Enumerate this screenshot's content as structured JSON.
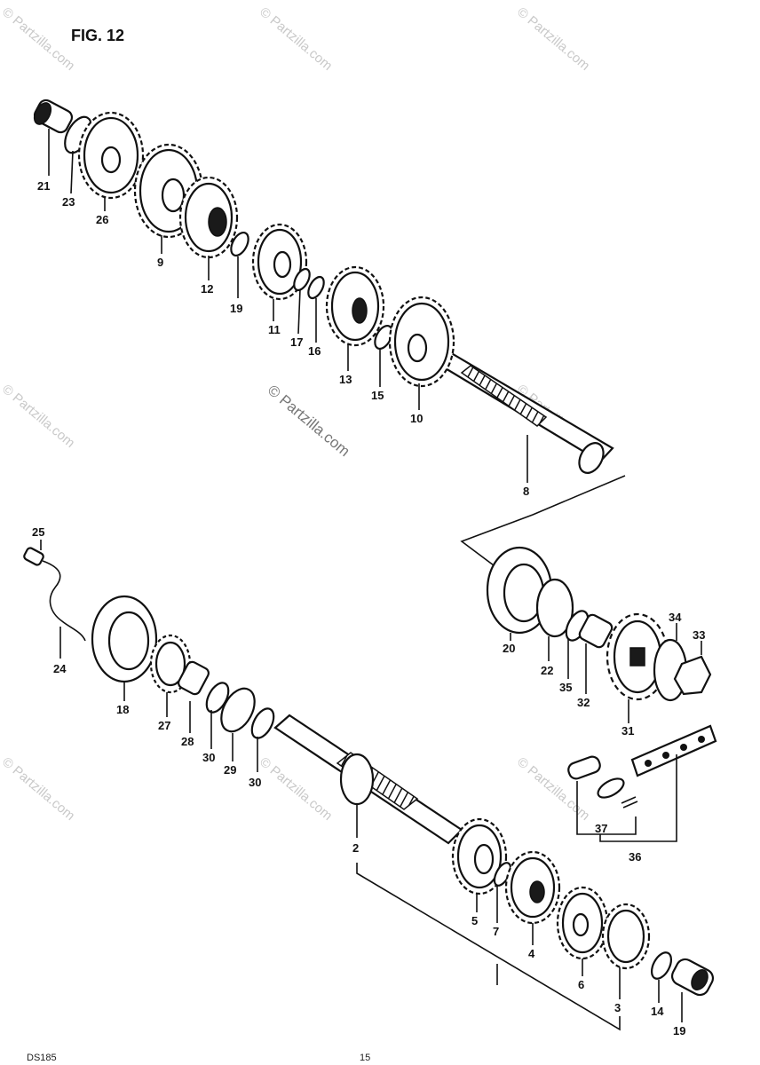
{
  "figure_title": "FIG. 12",
  "footer_left": "DS185",
  "footer_center": "15",
  "watermark": "© Partzilla.com",
  "parts": [
    {
      "id": "p21",
      "label": "21"
    },
    {
      "id": "p23",
      "label": "23"
    },
    {
      "id": "p26",
      "label": "26"
    },
    {
      "id": "p9",
      "label": "9"
    },
    {
      "id": "p12",
      "label": "12"
    },
    {
      "id": "p19a",
      "label": "19"
    },
    {
      "id": "p11",
      "label": "11"
    },
    {
      "id": "p17",
      "label": "17"
    },
    {
      "id": "p16",
      "label": "16"
    },
    {
      "id": "p13",
      "label": "13"
    },
    {
      "id": "p15",
      "label": "15"
    },
    {
      "id": "p10",
      "label": "10"
    },
    {
      "id": "p8",
      "label": "8"
    },
    {
      "id": "p25",
      "label": "25"
    },
    {
      "id": "p24",
      "label": "24"
    },
    {
      "id": "p18",
      "label": "18"
    },
    {
      "id": "p27",
      "label": "27"
    },
    {
      "id": "p28",
      "label": "28"
    },
    {
      "id": "p30a",
      "label": "30"
    },
    {
      "id": "p29",
      "label": "29"
    },
    {
      "id": "p30b",
      "label": "30"
    },
    {
      "id": "p20",
      "label": "20"
    },
    {
      "id": "p22",
      "label": "22"
    },
    {
      "id": "p35",
      "label": "35"
    },
    {
      "id": "p32",
      "label": "32"
    },
    {
      "id": "p31",
      "label": "31"
    },
    {
      "id": "p34",
      "label": "34"
    },
    {
      "id": "p33",
      "label": "33"
    },
    {
      "id": "p2",
      "label": "2"
    },
    {
      "id": "p5",
      "label": "5"
    },
    {
      "id": "p7",
      "label": "7"
    },
    {
      "id": "p4",
      "label": "4"
    },
    {
      "id": "p6",
      "label": "6"
    },
    {
      "id": "p3",
      "label": "3"
    },
    {
      "id": "p14",
      "label": "14"
    },
    {
      "id": "p19b",
      "label": "19"
    },
    {
      "id": "p37",
      "label": "37"
    },
    {
      "id": "p36",
      "label": "36"
    }
  ]
}
